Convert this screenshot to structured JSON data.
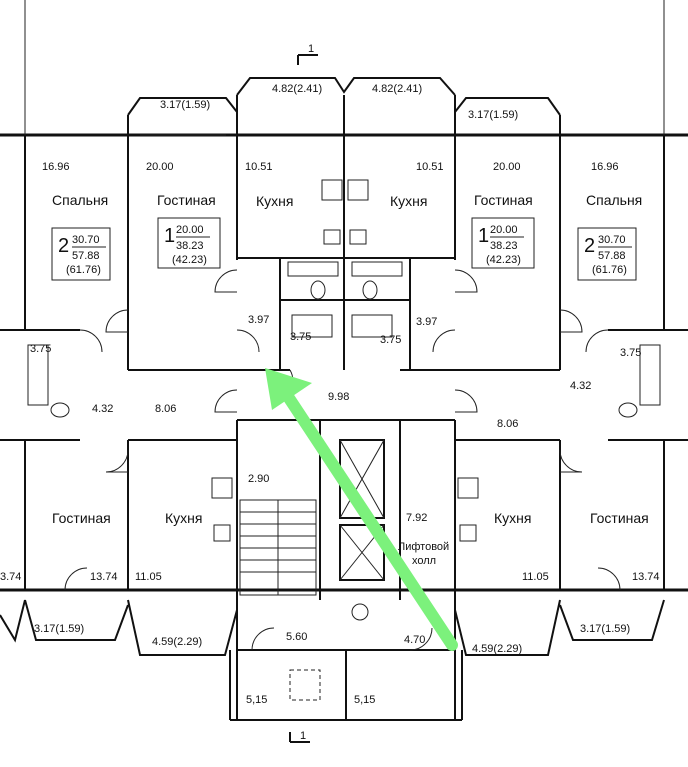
{
  "section_marks": {
    "top": "1",
    "bottom": "1"
  },
  "balconies": {
    "top_left_outer": "3.17(1.59)",
    "top_left_inner": "4.82(2.41)",
    "top_right_inner": "4.82(2.41)",
    "top_right_outer": "3.17(1.59)",
    "bottom_left_outer": "3.17(1.59)",
    "bottom_left_inner": "4.59(2.29)",
    "bottom_right_inner": "4.59(2.29)",
    "bottom_right_outer": "3.17(1.59)"
  },
  "rooms": {
    "bedroom_left": {
      "name": "Спальня",
      "area": "16.96"
    },
    "living_top_left": {
      "name": "Гостиная",
      "area": "20.00"
    },
    "kitchen_top_left": {
      "name": "Кухня",
      "area": "10.51"
    },
    "kitchen_top_right": {
      "name": "Кухня",
      "area": "10.51"
    },
    "living_top_right": {
      "name": "Гостиная",
      "area": "20.00"
    },
    "bedroom_right": {
      "name": "Спальня",
      "area": "16.96"
    },
    "hall_left_upper": {
      "area": "3.97"
    },
    "bath_left_upper": {
      "area": "3.75"
    },
    "bath_right_upper": {
      "area": "3.75"
    },
    "hall_right_upper": {
      "area": "3.97"
    },
    "bath_far_left": {
      "area": "3.75"
    },
    "bath_far_right": {
      "area": "3.75"
    },
    "hall_far_left": {
      "area": "4.32"
    },
    "hall_far_right": {
      "area": "4.32"
    },
    "corridor_left": {
      "area": "8.06"
    },
    "corridor_right": {
      "area": "8.06"
    },
    "corridor_main": {
      "area": "9.98"
    },
    "stair": {
      "area": "2.90"
    },
    "lift_hall": {
      "name_line1": "Лифтовой",
      "name_line2": "холл",
      "area": "7.92"
    },
    "living_bottom_left": {
      "name": "Гостиная",
      "area": "13.74"
    },
    "living_bottom_left_edge": {
      "area": "3.74"
    },
    "kitchen_bottom_left": {
      "name": "Кухня",
      "area": "11.05"
    },
    "kitchen_bottom_right": {
      "name": "Кухня",
      "area": "11.05"
    },
    "living_bottom_right": {
      "name": "Гостиная",
      "area": "13.74"
    },
    "vestibule": {
      "area": "5.60"
    },
    "tambour": {
      "area": "4.70"
    },
    "loggia_left": {
      "area": "5,15"
    },
    "loggia_right": {
      "area": "5,15"
    }
  },
  "apartments": {
    "apt_2_left": {
      "rooms": "2",
      "living": "30.70",
      "total": "57.88",
      "full": "(61.76)"
    },
    "apt_1_left": {
      "rooms": "1",
      "living": "20.00",
      "total": "38.23",
      "full": "(42.23)"
    },
    "apt_1_right": {
      "rooms": "1",
      "living": "20.00",
      "total": "38.23",
      "full": "(42.23)"
    },
    "apt_2_right": {
      "rooms": "2",
      "living": "30.70",
      "total": "57.88",
      "full": "(61.76)"
    }
  },
  "arrow": {
    "color": "#7CF17C"
  }
}
